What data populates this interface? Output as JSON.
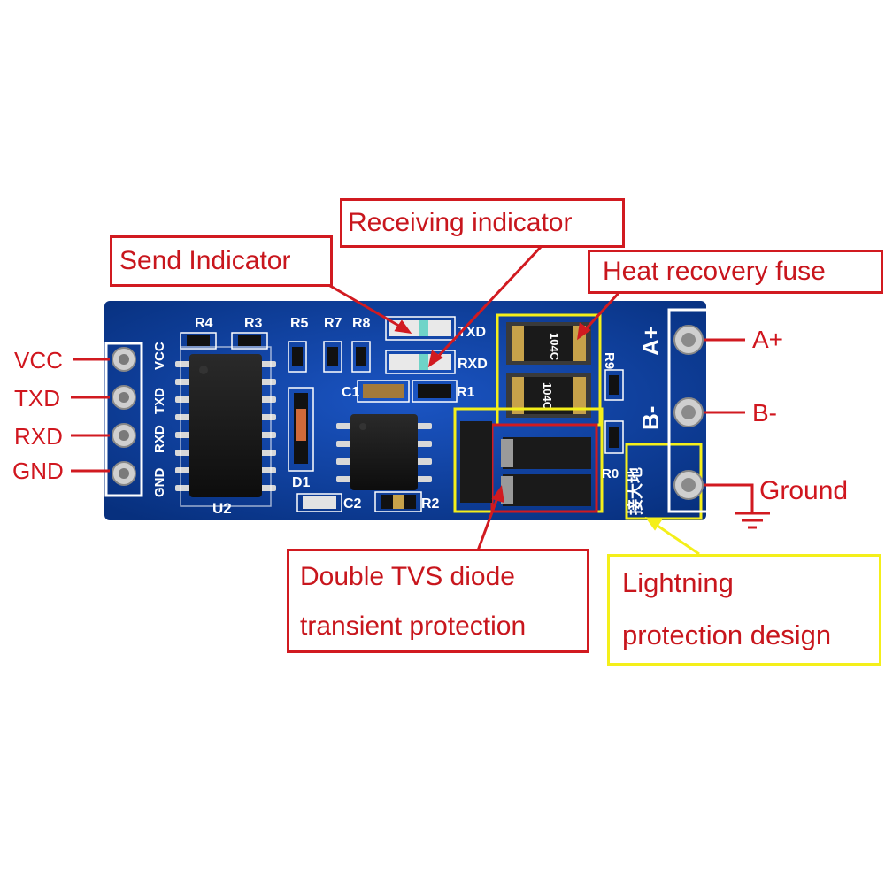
{
  "callouts": {
    "send_indicator": "Send Indicator",
    "receiving_indicator": "Receiving indicator",
    "heat_fuse": "Heat recovery fuse",
    "tvs_line1": "Double TVS diode",
    "tvs_line2": "transient protection",
    "lightning_line1": "Lightning",
    "lightning_line2": "protection design"
  },
  "pins_left": [
    "VCC",
    "TXD",
    "RXD",
    "GND"
  ],
  "pins_right": [
    "A+",
    "B-",
    "Ground"
  ],
  "board_silkscreen": {
    "header_pins": [
      "VCC",
      "TXD",
      "RXD",
      "GND"
    ],
    "terminals": [
      "A+",
      "B-"
    ],
    "ground_chinese": "接大地",
    "refs": [
      "R4",
      "R3",
      "R5",
      "R7",
      "R8",
      "TXD",
      "RXD",
      "C1",
      "R1",
      "R9",
      "R0",
      "D1",
      "C2",
      "R2",
      "U2"
    ],
    "fuse_marking": "104C"
  },
  "colors": {
    "pcb_blue": "#0b3d9c",
    "callout_red": "#d11a20",
    "callout_yellow": "#f4ef1a"
  }
}
